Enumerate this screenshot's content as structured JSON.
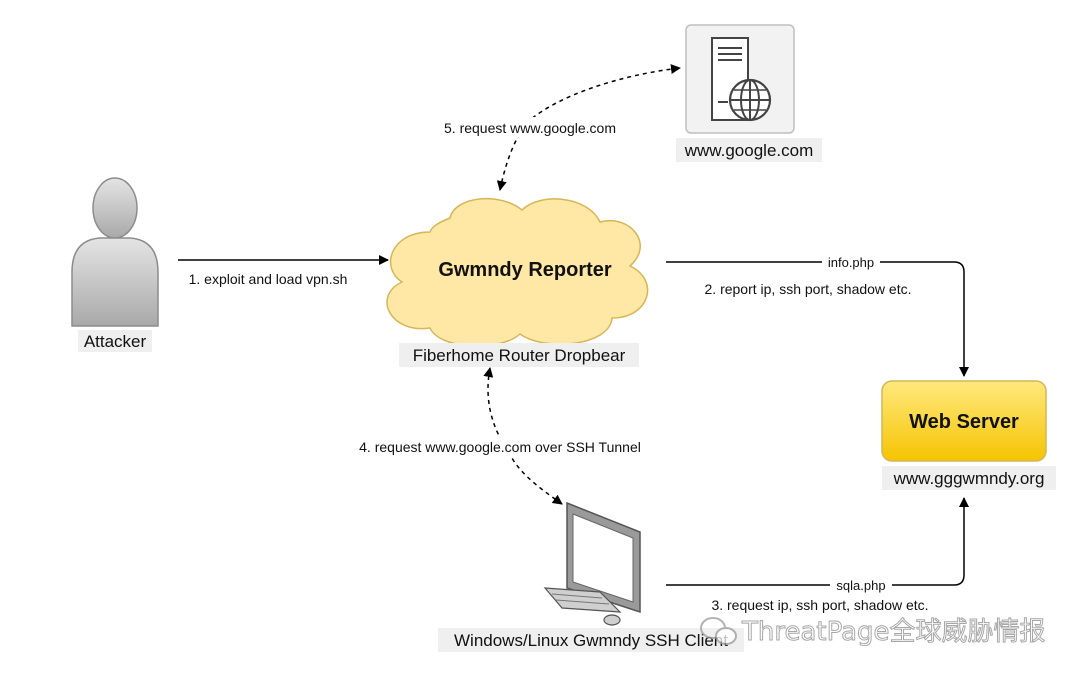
{
  "nodes": {
    "attacker": {
      "label": "Attacker"
    },
    "router": {
      "title": "Gwmndy Reporter",
      "caption": "Fiberhome Router Dropbear"
    },
    "google": {
      "label": "www.google.com"
    },
    "web_server": {
      "title": "Web Server",
      "caption": "www.gggwmndy.org"
    },
    "client": {
      "label": "Windows/Linux Gwmndy SSH Client"
    }
  },
  "edges": {
    "exploit": "1. exploit and load vpn.sh",
    "report_file": "info.php",
    "report": "2. report ip, ssh port, shadow etc.",
    "request_file": "sqla.php",
    "request": "3. request ip, ssh port, shadow etc.",
    "tunnel": "4. request www.google.com over SSH Tunnel",
    "google_req": "5. request www.google.com"
  },
  "watermark": {
    "text": "ThreatPage全球威胁情报",
    "icon": "wechat-icon"
  },
  "colors": {
    "cloud_fill": "#ffe7a6",
    "cloud_stroke": "#d6b656",
    "server_fill": "#ffd84a",
    "server_stroke": "#d6b656",
    "person_fill": "#d6d6d6",
    "person_stroke": "#8c8c8c",
    "label_bg": "#efefef"
  }
}
